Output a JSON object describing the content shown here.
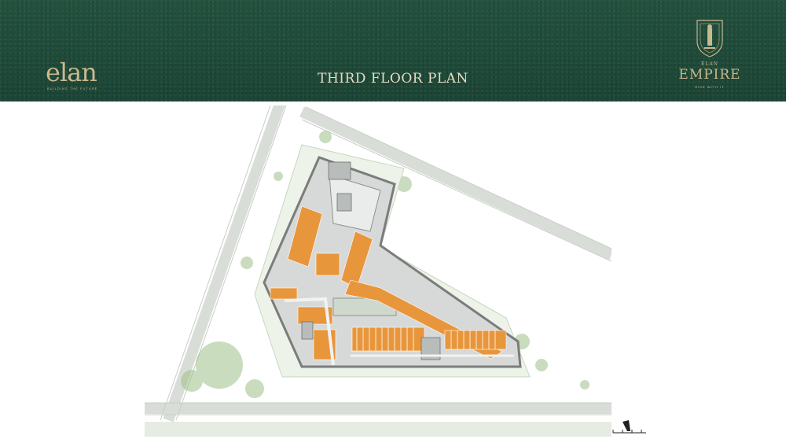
{
  "header": {
    "title": "THIRD FLOOR PLAN",
    "background_color": "#1f4d3a",
    "accent_color": "#c9b98e"
  },
  "logo_left": {
    "mark": "elan",
    "tagline": "BUILDING THE FUTURE"
  },
  "logo_right": {
    "brand_small": "ELAN",
    "brand_big": "EMPIRE",
    "tagline": "RISE WITH IT"
  },
  "plan": {
    "icon": "floor-plan-drawing",
    "unit_color": "#e8963c",
    "landscape_color": "#9fc08a"
  }
}
